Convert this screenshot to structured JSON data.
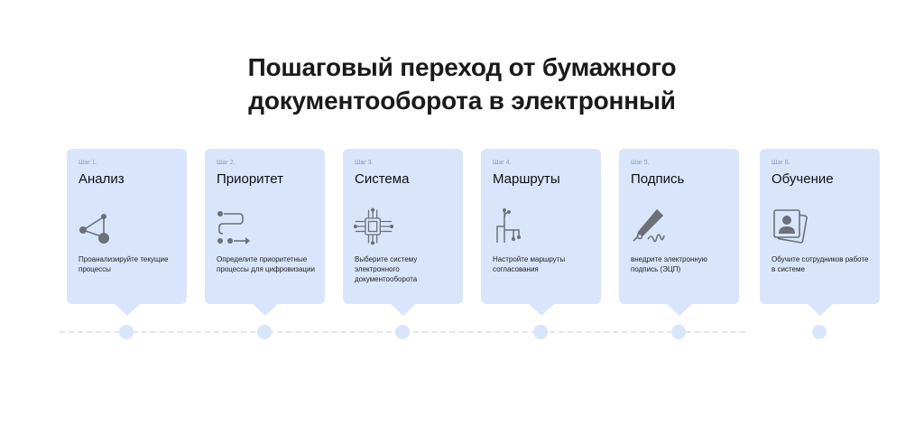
{
  "title": {
    "line1": "Пошаговый переход от бумажного",
    "line2": "документооборота в электронный"
  },
  "colors": {
    "card": "#d9e5fb",
    "icon": "#6b7079",
    "timeline": "#dfe6f3"
  },
  "steps": [
    {
      "step": "Шаг 1.",
      "name": "Анализ",
      "desc": "Проанализируйте текущие процессы",
      "icon": "share-nodes-icon"
    },
    {
      "step": "Шаг 2.",
      "name": "Приоритет",
      "desc": "Определите приоритетные процессы для цифровизации",
      "icon": "flow-arrow-icon"
    },
    {
      "step": "Шаг 3.",
      "name": "Система",
      "desc": "Выберите систему электронного документооборота",
      "icon": "circuit-chip-icon"
    },
    {
      "step": "Шаг 4.",
      "name": "Маршруты",
      "desc": "Настройте маршруты согласования",
      "icon": "route-tree-icon"
    },
    {
      "step": "Шаг 5.",
      "name": "Подпись",
      "desc": "внедрите электронную подпись (ЭЦП)",
      "icon": "pen-signature-icon"
    },
    {
      "step": "Шаг 6.",
      "name": "Обучение",
      "desc": "Обучите сотрудников работе в системе",
      "icon": "user-card-icon"
    }
  ]
}
